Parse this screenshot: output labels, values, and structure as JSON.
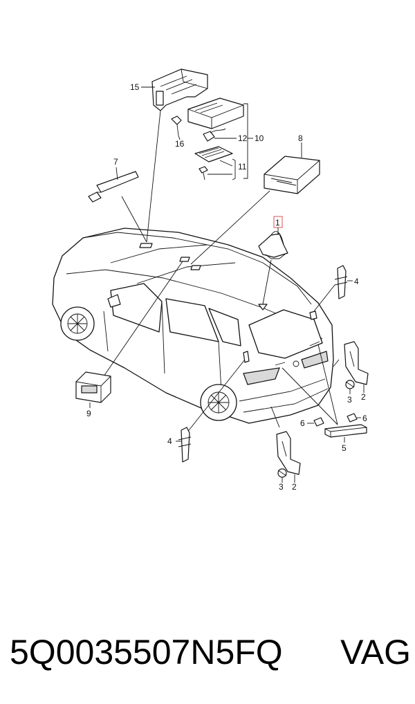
{
  "diagram": {
    "callouts": {
      "c1": "1",
      "c2a": "2",
      "c2b": "2",
      "c3a": "3",
      "c3b": "3",
      "c4a": "4",
      "c4b": "4",
      "c5": "5",
      "c6a": "6",
      "c6b": "6",
      "c7": "7",
      "c8": "8",
      "c9": "9",
      "c10": "10",
      "c11": "11",
      "c12": "12",
      "c15": "15",
      "c16": "16"
    },
    "highlight_color": "#d9534f"
  },
  "caption": {
    "part_number": "5Q0035507N5FQ",
    "brand": "VAG"
  }
}
